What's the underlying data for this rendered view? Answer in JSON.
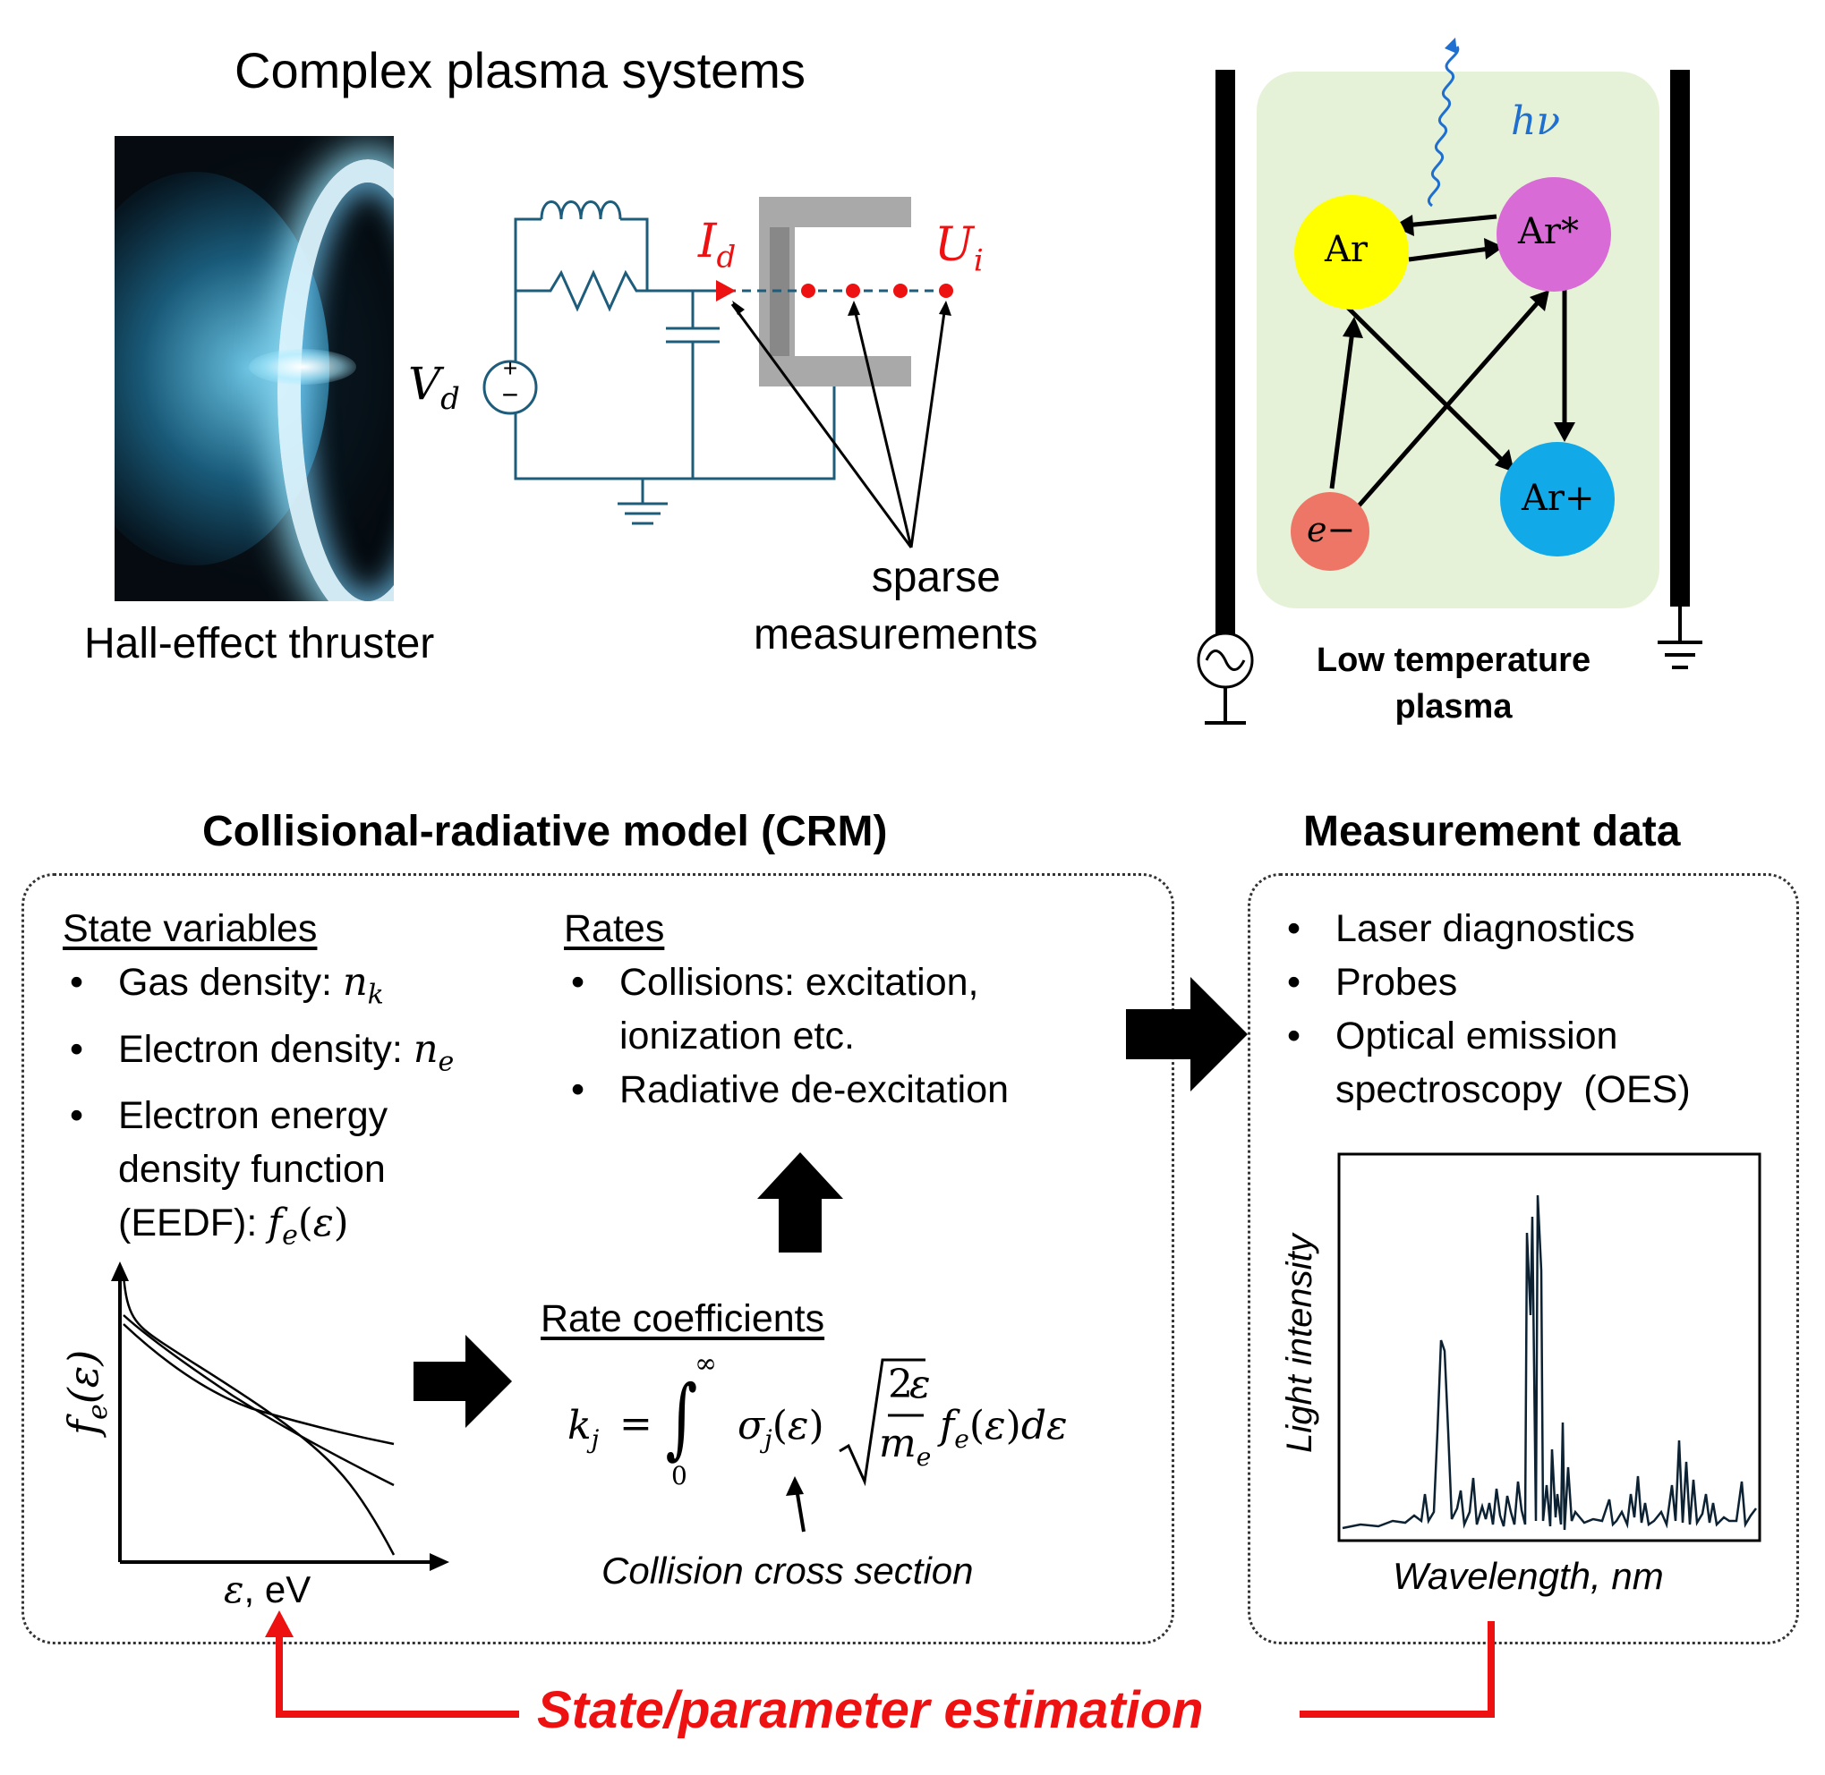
{
  "top_left": {
    "title": "Complex plasma systems",
    "thruster_caption": "Hall-effect thruster",
    "voltage_label": "V_d",
    "current_label": "I_d",
    "velocity_label": "U_i",
    "sparse_label_line1": "sparse",
    "sparse_label_line2": "measurements"
  },
  "top_right": {
    "photon_label": "hν",
    "nodes": {
      "ar": "Ar",
      "ar_star": "Ar*",
      "ar_plus": "Ar+",
      "electron": "e−"
    },
    "caption_line1": "Low temperature",
    "caption_line2": "plasma",
    "colors": {
      "ar": "#ffff00",
      "ar_star": "#d96bd6",
      "ar_plus": "#11a9e8",
      "electron": "#ee7666",
      "plasma_bg": "#e6f2d8"
    }
  },
  "crm": {
    "heading": "Collisional-radiative model (CRM)",
    "state_variables": {
      "title": "State variables",
      "items": [
        "Gas density: n_k",
        "Electron density: n_e",
        "Electron energy density function (EEDF): f_e(ε)"
      ]
    },
    "rates": {
      "title": "Rates",
      "items": [
        "Collisions: excitation, ionization etc.",
        "Radiative de-excitation"
      ]
    },
    "eedf_plot": {
      "ylabel": "f_e(ε)",
      "xlabel": "ε, eV"
    },
    "rate_coefficients": {
      "title": "Rate coefficients",
      "equation": "k_j = ∫₀^∞ σ_j(ε) √(2ε/m_e) f_e(ε) dε",
      "cross_section_caption": "Collision cross section"
    }
  },
  "measurement": {
    "heading": "Measurement data",
    "items": [
      "Laser diagnostics",
      "Probes",
      "Optical emission spectroscopy (OES)"
    ],
    "spectrum": {
      "ylabel": "Light intensity",
      "xlabel": "Wavelength, nm"
    }
  },
  "feedback_label": "State/parameter estimation",
  "colors": {
    "accent_red": "#ee1111",
    "circuit": "#1d5c7a"
  }
}
